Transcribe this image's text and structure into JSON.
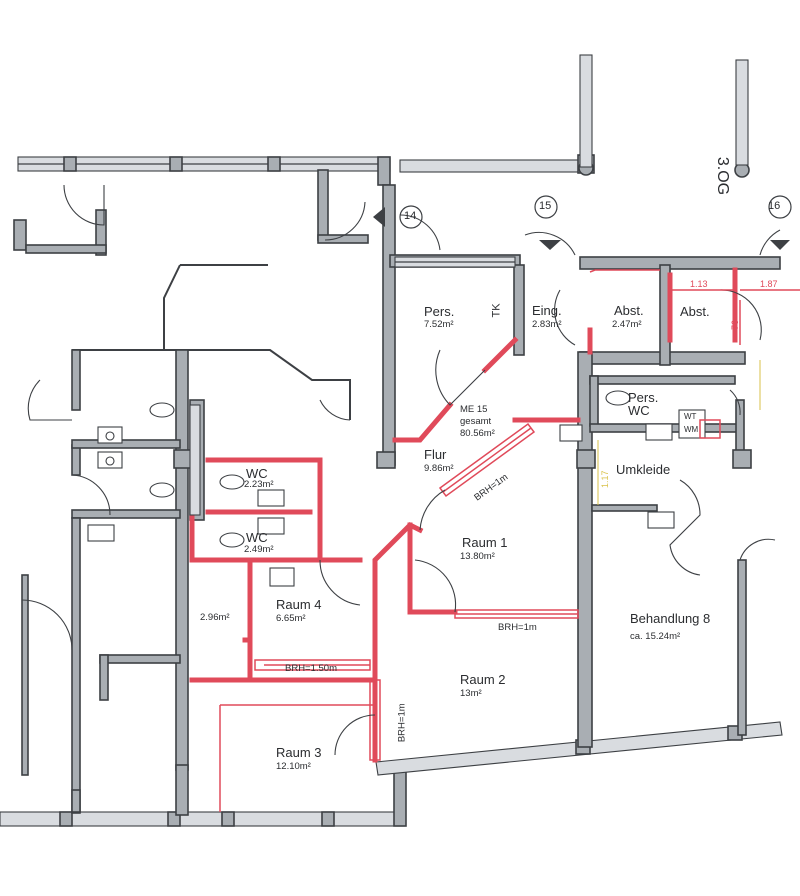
{
  "plan": {
    "level_label": "3.OG",
    "markers": [
      "14",
      "15",
      "16"
    ],
    "rooms": [
      {
        "name": "Pers.",
        "area": "7.52m²"
      },
      {
        "name": "TK",
        "area": ""
      },
      {
        "name": "Eing.",
        "area": "2.83m²"
      },
      {
        "name": "Abst.",
        "area": "2.47m²"
      },
      {
        "name": "Abst.",
        "area": ""
      },
      {
        "name": "Pers.",
        "area": ""
      },
      {
        "name": "WC",
        "area": ""
      },
      {
        "name": "ME 15",
        "area": "80.56m²",
        "note": "gesamt"
      },
      {
        "name": "Flur",
        "area": "9.86m²"
      },
      {
        "name": "WC",
        "area": "2.23m²"
      },
      {
        "name": "WC",
        "area": "2.49m²"
      },
      {
        "name": "Raum 1",
        "area": "13.80m²"
      },
      {
        "name": "Raum 4",
        "area": "6.65m²"
      },
      {
        "name": "",
        "area": "2.96m²"
      },
      {
        "name": "Raum 2",
        "area": "13m²"
      },
      {
        "name": "Raum 3",
        "area": "12.10m²"
      },
      {
        "name": "Behandlung 8",
        "area": "ca. 15.24m²"
      },
      {
        "name": "Umkleide",
        "area": ""
      }
    ],
    "fixtures": {
      "wt": "WT",
      "wm": "WM"
    },
    "annotations": {
      "brh_flur": "BRH=1m",
      "brh_raum1": "BRH=1m",
      "brh_raum4": "BRH=1.50m",
      "brh_raum2": "BRH=1m"
    },
    "dimensions": {
      "d113": "1.13",
      "d187": "1.87",
      "d76": "76",
      "d117": "1.17"
    },
    "colors": {
      "wall": "#a9aeb3",
      "new_wall": "#e04a5a",
      "line": "#3d4044"
    }
  }
}
